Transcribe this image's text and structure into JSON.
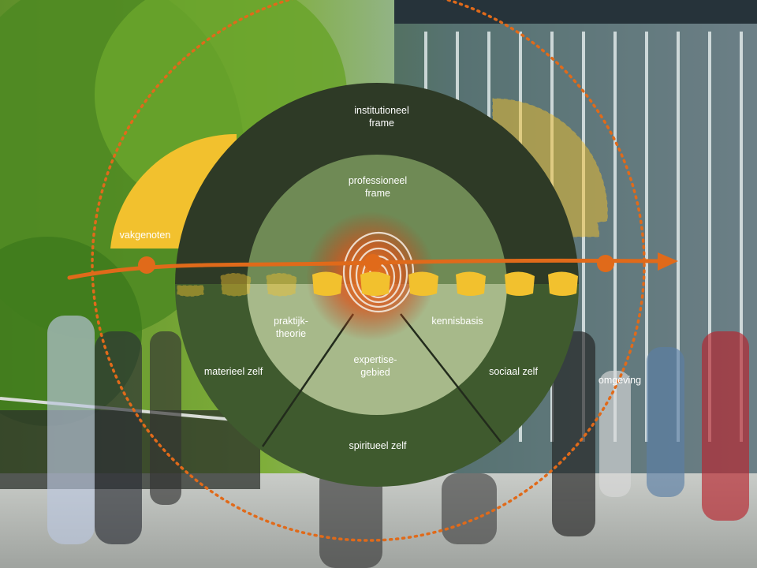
{
  "diagram": {
    "rings": {
      "outer_top": [
        "institutioneel",
        "frame"
      ],
      "inner_top": [
        "professioneel",
        "frame"
      ]
    },
    "sectors": {
      "inner_left": [
        "praktijk-",
        "theorie"
      ],
      "inner_right": "kennisbasis",
      "inner_bottom": [
        "expertise-",
        "gebied"
      ],
      "outer_left": "materieel zelf",
      "outer_right": "sociaal zelf",
      "outer_bottom": "spiritueel zelf"
    },
    "outside": {
      "peers": "vakgenoten",
      "environment": "omgeving"
    }
  },
  "colors": {
    "outer_ring": "#2e3a26",
    "inner_ring": "#6f8a55",
    "outer_lower": "#3f5a2e",
    "inner_lower": "#a7b98a",
    "accent_orange": "#e06a1a",
    "accent_yellow": "#f2c12e"
  }
}
